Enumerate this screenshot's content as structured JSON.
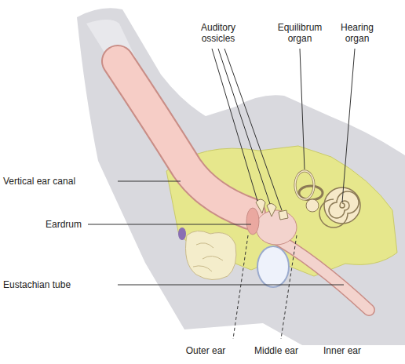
{
  "diagram": {
    "labels": [
      "Auditory ossicles",
      "Equilibrum organ",
      "Hearing organ",
      "Vertical ear canal",
      "Eardrum",
      "Eustachian tube",
      "Outer ear",
      "Middle ear",
      "Inner ear"
    ]
  }
}
